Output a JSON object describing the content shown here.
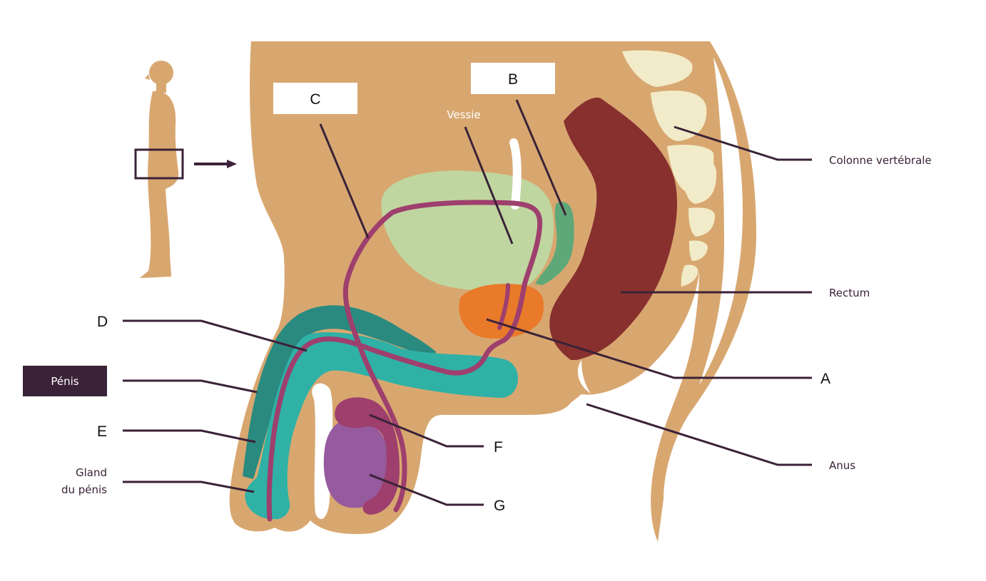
{
  "labels": {
    "vessie": "Vessie",
    "colonne": "Colonne vertébrale",
    "rectum": "Rectum",
    "anus": "Anus",
    "penis": "Pénis",
    "gland_line1": "Gland",
    "gland_line2": "du pénis"
  },
  "blank_boxes": {
    "b": "B",
    "c": "C"
  },
  "letters": {
    "a": "A",
    "d": "D",
    "e": "E",
    "f": "F",
    "g": "G"
  },
  "colors": {
    "skin": "#d8a770",
    "bladder": "#c0d6a0",
    "rectum": "#87302e",
    "prostate": "#e87a2a",
    "vesicle": "#5ea878",
    "corpus_dark": "#2a8a80",
    "corpus_light": "#2fb1a6",
    "duct": "#9e3f6e",
    "testis": "#965a9e",
    "epididymis": "#9e3f6e",
    "vertebra": "#f2ebc9",
    "label_dark": "#3a2238"
  }
}
